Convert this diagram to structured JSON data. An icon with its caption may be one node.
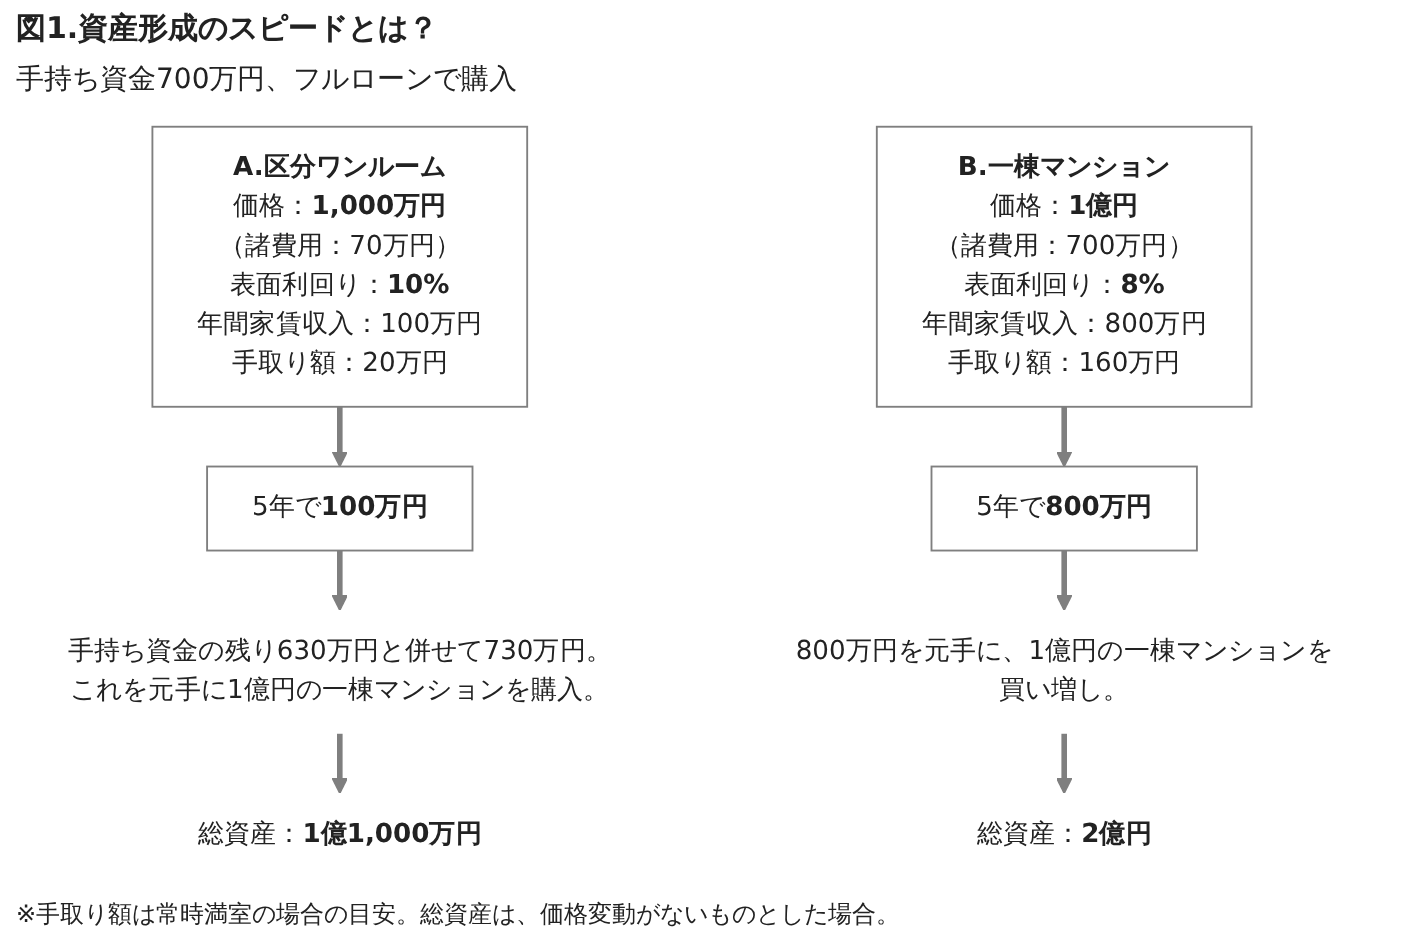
{
  "diagram": {
    "title": "図1.資産形成のスピードとは？",
    "nodes": [
      {
        "text": [
          "A.区分ワンルーム",
          "価格：**1,000万円**",
          "（諸費用：70万円）",
          "表面利回り：**10%**",
          "年間家賃収入：100万円",
          "手取り額：20万円"
        ]
      },
      {
        "text": [
          "B.一棟マンション",
          "価格：**1億円**",
          "（諸費用：700万円）",
          "表面利回り：**8%**",
          "年間家賃収入：800万円",
          "手取り額：160万円"
        ]
      },
      {
        "text": [
          "5年で**100万円**"
        ]
      },
      {
        "text": [
          "5年で**800万円**"
        ]
      },
      {
        "text": [
          "手持ち資金の残り630万円と併せて730万円。これを元手に1億円の一棟マンションを購入。"
        ]
      },
      {
        "text": [
          "800万円を元手に、1億円の一棟マンションを買い増し。"
        ]
      },
      {
        "text": [
          "総資産：**1億1,000万円**"
        ]
      },
      {
        "text": [
          "総資産：**2億円**"
        ]
      }
    ],
    "edges": [
      {
        "from": 0,
        "to": 2,
        "arrow": "to"
      },
      {
        "from": 2,
        "to": 4,
        "arrow": "to"
      },
      {
        "from": 4,
        "to": 6,
        "arrow": "to"
      },
      {
        "from": 1,
        "to": 3,
        "arrow": "to"
      },
      {
        "from": 3,
        "to": 5,
        "arrow": "to"
      },
      {
        "from": 5,
        "to": 7,
        "arrow": "to"
      }
    ],
    "labels": [
      "手持ち資金700万円、フルローンで購入",
      "※手取り額は常時満室の場合の目安。総資産は、価格変動がないものとした場合。"
    ]
  }
}
